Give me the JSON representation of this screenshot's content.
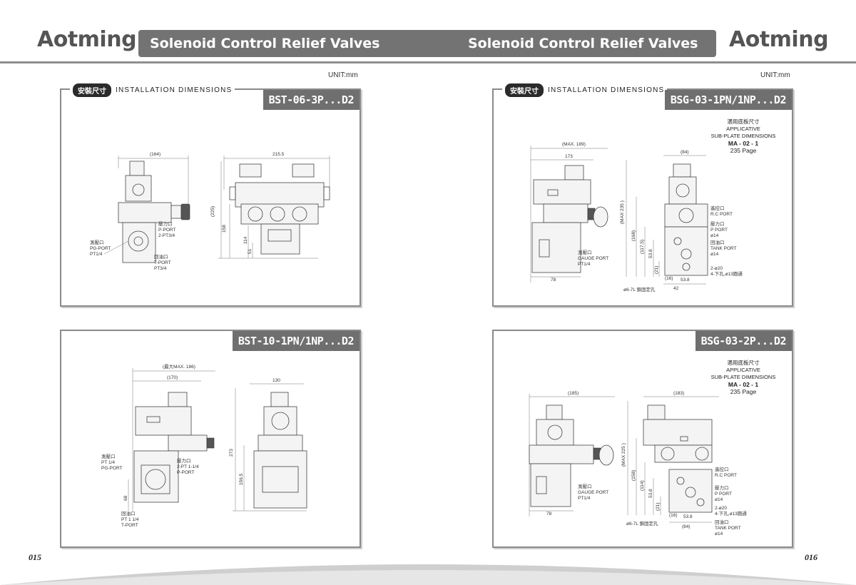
{
  "header": {
    "brand": "Aotming",
    "title_left": "Solenoid Control Relief Valves",
    "title_right": "Solenoid Control Relief Valves"
  },
  "unit_label": "UNIT:mm",
  "section_tag_cn": "安裝尺寸",
  "section_tag_en": "INSTALLATION DIMENSIONS",
  "subplate": {
    "cn": "適用底板尺寸",
    "line1": "APPLICATIVE",
    "line2": "SUB-PLATE DIMENSIONS",
    "code": "MA - 02 - 1",
    "page": "235 Page"
  },
  "panels": [
    {
      "model": "BST-06-3P...D2",
      "dims": {
        "top": "(164)",
        "width": "215.5",
        "h1": "(225)",
        "h2": "158",
        "h3": "114",
        "h4": "51"
      },
      "labels": {
        "p_cn": "壓力口",
        "p_en": "P-PORT",
        "p_pt": "2-PT3/4",
        "pg_cn": "測壓口",
        "pg_en": "PG-PORT",
        "pg_pt": "PT1/4",
        "t_cn": "回油口",
        "t_en": "T-PORT",
        "t_pt": "PT3/4"
      }
    },
    {
      "model": "BSG-03-1PN/1NP...D2",
      "dims": {
        "max": "(MAX. 189)",
        "w": "173",
        "w2": "(84)",
        "hmax": "(MAX 235 )",
        "h168": "(168)",
        "h1175": "(117.5)",
        "h538": "53.8",
        "h21": "(21)",
        "w78": "78",
        "w16": "(16)",
        "w538": "53.8",
        "w42": "42"
      },
      "labels": {
        "rc_cn": "遙控口",
        "rc_en": "R.C PORT",
        "p_cn": "壓力口",
        "p_en": "P PORT",
        "p_d": "ø14",
        "t_cn": "回油口",
        "t_en": "TANK PORT",
        "t_d": "ø14",
        "g_cn": "測壓口",
        "g_en": "GAUGE PORT",
        "g_pt": "PT1/4",
        "hole1": "2-ø20",
        "hole2": "4-下孔,ø13圓通",
        "bolt": "ø6-7L 鎖固定孔"
      }
    },
    {
      "model": "BST-10-1PN/1NP...D2",
      "dims": {
        "max": "(最大MAX. 186)",
        "w": "(170)",
        "w2": "130",
        "h273": "273",
        "h1565": "156.5",
        "h68": "68"
      },
      "labels": {
        "pg_cn": "測壓口",
        "pg_pt": "PT 1/4",
        "pg_en": "PG-PORT",
        "p_cn": "壓力口",
        "p_pt": "2-PT 1-1/4",
        "p_en": "P-PORT",
        "t_cn": "回油口",
        "t_pt": "PT 1 1/4",
        "t_en": "T-PORT"
      }
    },
    {
      "model": "BSG-03-2P...D2",
      "dims": {
        "w185": "(185)",
        "w183": "(183)",
        "hmax": "(MAX 225 )",
        "h158": "(158)",
        "h114": "(114)",
        "h538": "53.8",
        "h21": "(21)",
        "w78": "78",
        "w16": "(16)",
        "w538": "53.8",
        "w84": "(84)"
      },
      "labels": {
        "rc_cn": "遙控口",
        "rc_en": "R.C PORT",
        "p_cn": "壓力口",
        "p_en": "P PORT",
        "p_d": "ø14",
        "t_cn": "回油口",
        "t_en": "TANK PORT",
        "t_d": "ø14",
        "g_cn": "測壓口",
        "g_en": "GAUGE PORT",
        "g_pt": "PT1/4",
        "hole1": "2-ø20",
        "hole2": "4-下孔,ø13圓通",
        "bolt": "ø6-7L 鎖固定孔"
      }
    }
  ],
  "footer": {
    "page_left": "015",
    "page_right": "016"
  },
  "colors": {
    "title_bar": "#737373",
    "model_badge": "#6f6f6f",
    "rule": "#8f8f8f"
  }
}
